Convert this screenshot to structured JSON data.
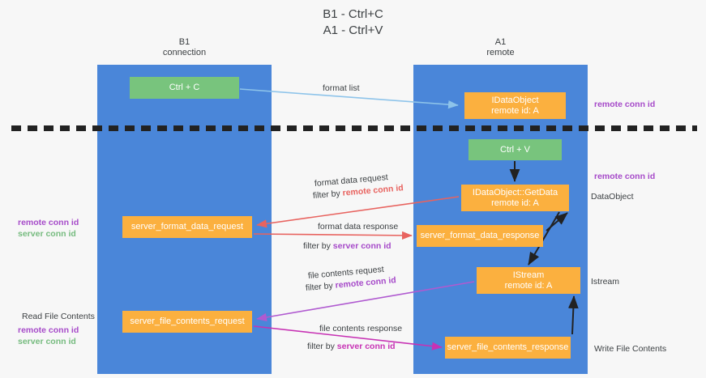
{
  "title": {
    "line1": "B1 - Ctrl+C",
    "line2": "A1 - Ctrl+V"
  },
  "columns": [
    {
      "id": "b1",
      "name": "B1",
      "role": "connection",
      "color": "#4a86d9"
    },
    {
      "id": "a1",
      "name": "A1",
      "role": "remote",
      "color": "#4a86d9"
    }
  ],
  "nodes": {
    "ctrl_c": {
      "line1": "Ctrl + C",
      "color": "#78c47d"
    },
    "idataobject": {
      "line1": "IDataObject",
      "line2": "remote id: A",
      "color": "#fbb03f"
    },
    "ctrl_v": {
      "line1": "Ctrl + V",
      "color": "#78c47d"
    },
    "getdata": {
      "line1": "IDataObject::GetData",
      "line2": "remote id: A",
      "color": "#fbb03f"
    },
    "server_format_data_request": {
      "line1": "server_format_data_request",
      "color": "#fbb03f"
    },
    "server_format_data_response": {
      "line1": "server_format_data_response",
      "color": "#fbb03f"
    },
    "istream": {
      "line1": "IStream",
      "line2": "remote id: A",
      "color": "#fbb03f"
    },
    "server_file_contents_request": {
      "line1": "server_file_contents_request",
      "color": "#fbb03f"
    },
    "server_file_contents_response": {
      "line1": "server_file_contents_response",
      "color": "#fbb03f"
    }
  },
  "annotations": {
    "remote_conn_id_top": "remote conn id",
    "remote_conn_id_mid": "remote conn id",
    "dataobject": "DataObject",
    "istream": "Istream",
    "write_file_contents": "Write File Contents",
    "left_remote_conn_id_1": "remote conn id",
    "left_server_conn_id_1": "server conn id",
    "read_file_contents": "Read File Contents",
    "left_remote_conn_id_2": "remote conn id",
    "left_server_conn_id_2": "server conn id"
  },
  "edge_labels": {
    "format_list": "format list",
    "format_data_request": "format data request",
    "filter_by_prefix": "filter by ",
    "filter_remote_conn_id": "remote conn id",
    "format_data_response": "format data response",
    "filter_server_conn_id": "server conn id",
    "file_contents_request": "file contents request",
    "file_contents_response": "file contents response"
  },
  "colors": {
    "column": "#4a86d9",
    "node_orange": "#fbb03f",
    "node_green": "#78c47d",
    "purple": "#a64ac9",
    "green_text": "#76bb7f",
    "arrow_blue": "#8ec4ea",
    "arrow_red": "#e8635f",
    "arrow_black": "#222222",
    "arrow_purple": "#b05ad0",
    "arrow_magenta": "#c732b4",
    "background": "#f7f7f7"
  }
}
